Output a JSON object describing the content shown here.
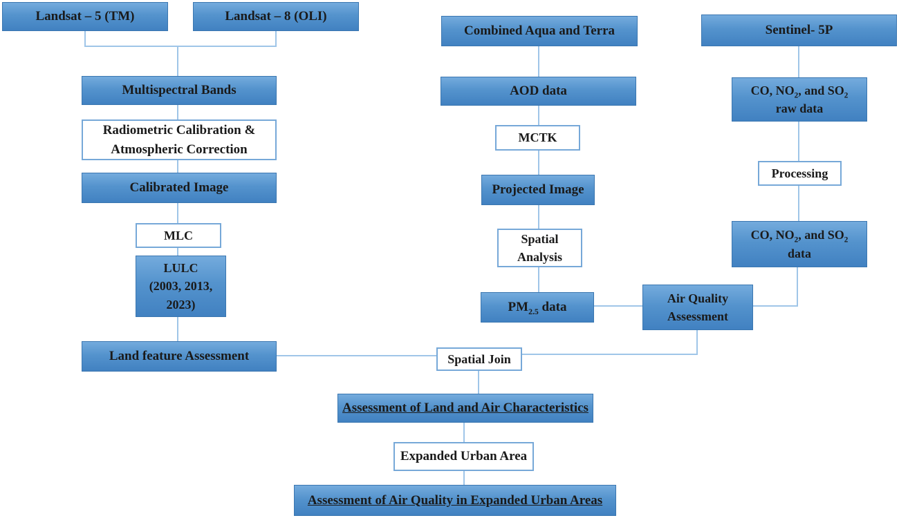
{
  "diagram": {
    "type": "flowchart",
    "colors": {
      "box_blue_top": "#74abdd",
      "box_blue_bottom": "#4181c1",
      "box_blue_border": "#3a76b0",
      "white_box_border": "#76a8d8",
      "connector": "#9fc5e8",
      "text": "#1a1a1a",
      "background": "#ffffff"
    },
    "nodes": {
      "landsat5": {
        "label": "Landsat – 5 (TM)"
      },
      "landsat8": {
        "label": "Landsat – 8 (OLI)"
      },
      "combined": {
        "label": "Combined Aqua and Terra"
      },
      "sentinel": {
        "label": "Sentinel- 5P"
      },
      "multispectral": {
        "label": "Multispectral Bands"
      },
      "radiometric": {
        "line1": "Radiometric Calibration &",
        "line2": "Atmospheric Correction"
      },
      "calibrated": {
        "label": "Calibrated Image"
      },
      "mlc": {
        "label": "MLC"
      },
      "lulc": {
        "line1": "LULC",
        "line2": "(2003, 2013,",
        "line3": "2023)"
      },
      "landfeature": {
        "label": "Land feature Assessment"
      },
      "aod": {
        "label": "AOD data"
      },
      "mctk": {
        "label": "MCTK"
      },
      "projected": {
        "label": "Projected Image"
      },
      "spatial_analysis": {
        "line1": "Spatial",
        "line2": "Analysis"
      },
      "pm25": {
        "prefix": "PM",
        "sub": "2.5",
        "suffix": " data"
      },
      "air_quality": {
        "line1": "Air Quality",
        "line2": "Assessment"
      },
      "co_raw": {
        "l1a": "CO, NO",
        "sub1": "2",
        "l1b": ", and SO",
        "sub2": "2",
        "line2": "raw data"
      },
      "processing": {
        "label": "Processing"
      },
      "co_data": {
        "l1a": "CO, NO",
        "sub1": "2",
        "l1b": ", and SO",
        "sub2": "2",
        "line2": "data"
      },
      "spatial_join": {
        "label": "Spatial Join"
      },
      "assess_land_air": {
        "label": "Assessment of Land and Air Characteristics"
      },
      "expanded_urban": {
        "label": "Expanded Urban Area"
      },
      "assess_air_quality": {
        "label": "Assessment of Air Quality in Expanded Urban Areas"
      }
    },
    "edges": [
      "Landsat-5 + Landsat-8 -> Multispectral Bands",
      "Multispectral Bands -> Radiometric Calibration & Atmospheric Correction",
      "Radiometric Calibration -> Calibrated Image",
      "Calibrated Image -> MLC",
      "MLC -> LULC (2003, 2013, 2023)",
      "LULC -> Land feature Assessment",
      "Land feature Assessment -> Spatial Join",
      "Combined Aqua and Terra -> AOD data",
      "AOD data -> MCTK",
      "MCTK -> Projected Image",
      "Projected Image -> Spatial Analysis",
      "Spatial Analysis -> PM2.5 data",
      "PM2.5 data -> Air Quality Assessment",
      "Sentinel-5P -> CO, NO2, and SO2 raw data",
      "CO, NO2, and SO2 raw data -> Processing",
      "Processing -> CO, NO2, and SO2 data",
      "CO, NO2, and SO2 data -> Air Quality Assessment",
      "Air Quality Assessment -> Spatial Join",
      "Spatial Join -> Assessment of Land and Air Characteristics",
      "Assessment of Land and Air Characteristics -> Expanded Urban Area",
      "Expanded Urban Area -> Assessment of Air Quality in Expanded Urban Areas"
    ]
  }
}
